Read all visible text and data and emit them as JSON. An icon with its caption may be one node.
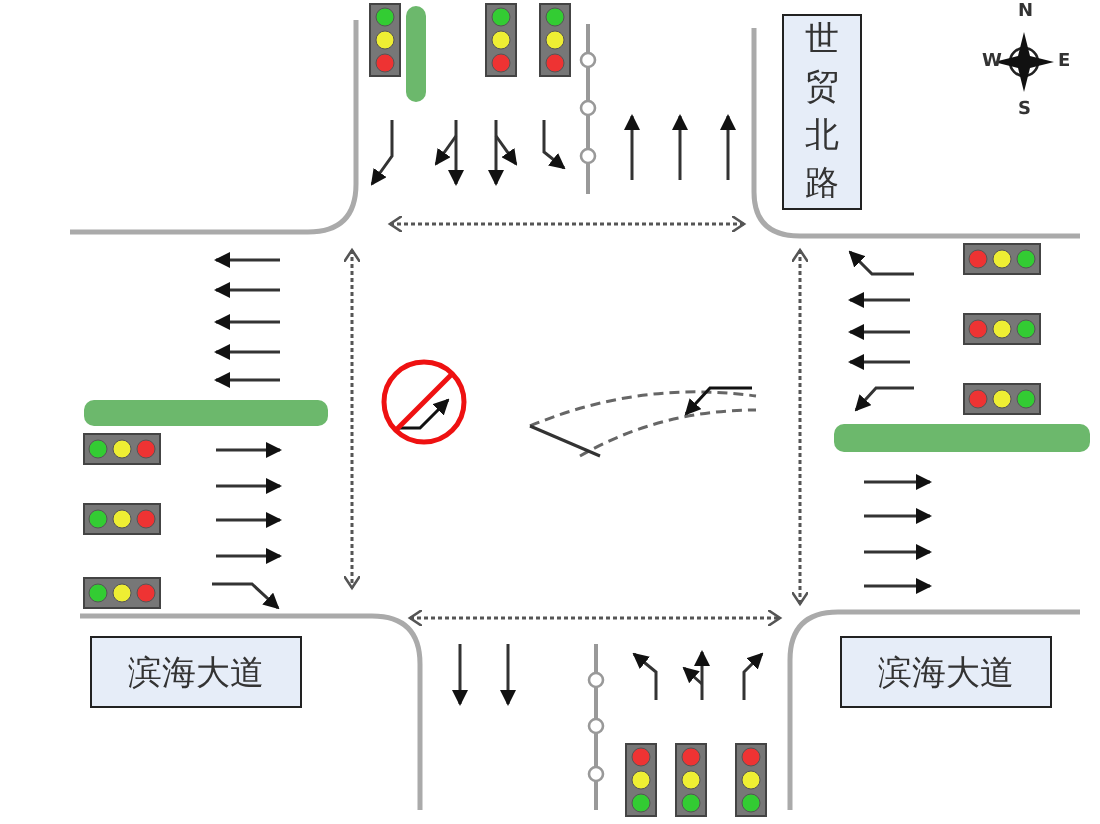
{
  "diagram": {
    "nodes": [
      {
        "text": [
          "世贸北路"
        ]
      },
      {
        "text": [
          "滨海大道"
        ]
      },
      {
        "text": [
          "滨海大道"
        ]
      }
    ],
    "labels": [
      "N",
      "W",
      "E",
      "S"
    ]
  }
}
